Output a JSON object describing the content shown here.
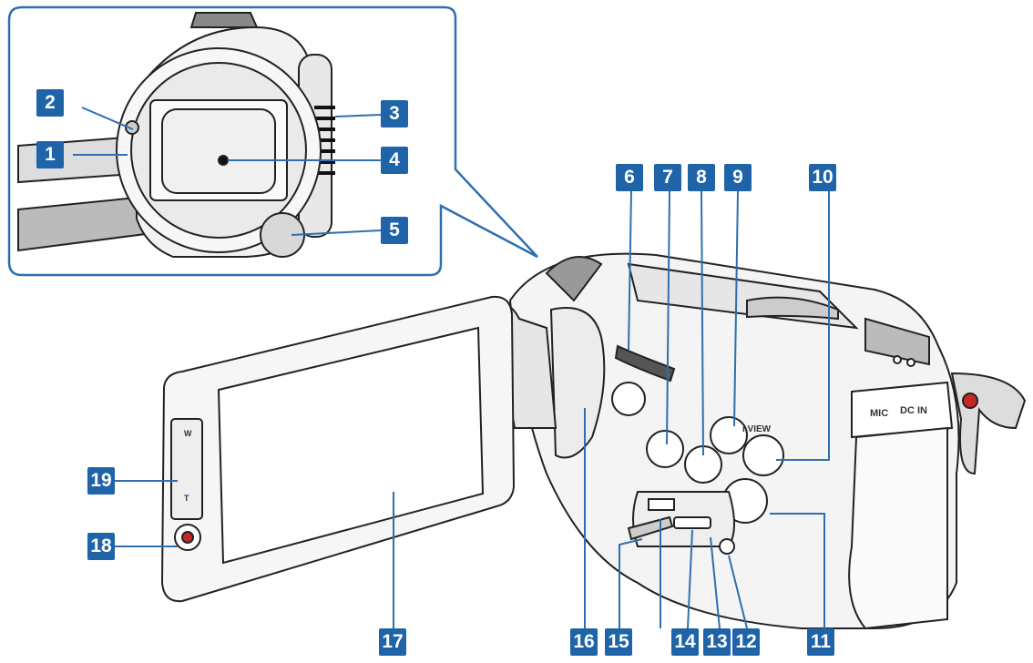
{
  "callouts": [
    {
      "id": "1",
      "label": "1"
    },
    {
      "id": "2",
      "label": "2"
    },
    {
      "id": "3",
      "label": "3"
    },
    {
      "id": "4",
      "label": "4"
    },
    {
      "id": "5",
      "label": "5"
    },
    {
      "id": "6",
      "label": "6"
    },
    {
      "id": "7",
      "label": "7"
    },
    {
      "id": "8",
      "label": "8"
    },
    {
      "id": "9",
      "label": "9"
    },
    {
      "id": "10",
      "label": "10"
    },
    {
      "id": "11",
      "label": "11"
    },
    {
      "id": "12",
      "label": "12"
    },
    {
      "id": "13",
      "label": "13"
    },
    {
      "id": "14",
      "label": "14"
    },
    {
      "id": "15",
      "label": "15"
    },
    {
      "id": "16",
      "label": "16"
    },
    {
      "id": "17",
      "label": "17"
    },
    {
      "id": "18",
      "label": "18"
    },
    {
      "id": "19",
      "label": "19"
    }
  ],
  "body_text": {
    "iview": "i VIEW",
    "mic": "MIC",
    "dcin": "DC IN",
    "w": "W",
    "t": "T"
  },
  "colors": {
    "accent": "#1f63a8",
    "line": "#2e6fb0",
    "outline": "#222222"
  }
}
